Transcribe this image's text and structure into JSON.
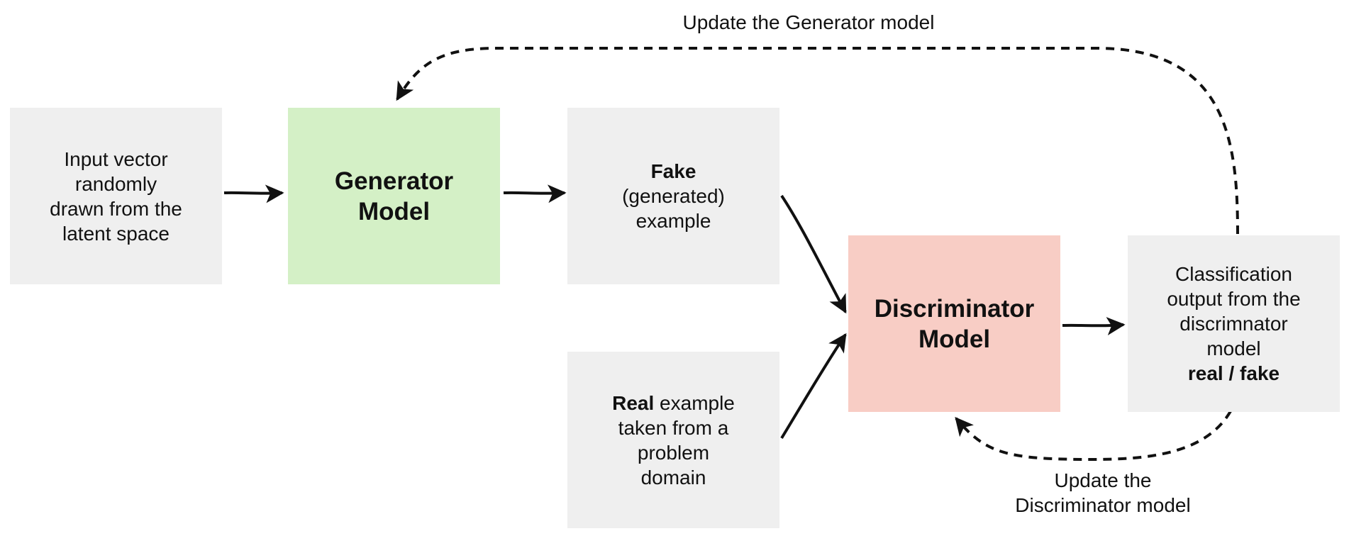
{
  "colors": {
    "neutral_box": "#efefef",
    "generator_box": "#d4f0c6",
    "discriminator_box": "#f8cdc5",
    "arrow": "#111111"
  },
  "boxes": {
    "input": {
      "lines": [
        "Input vector",
        "randomly",
        "drawn from the",
        "latent space"
      ]
    },
    "generator": {
      "lines": [
        "Generator",
        "Model"
      ]
    },
    "fake": {
      "bold": "Fake",
      "lines": [
        "(generated)",
        "example"
      ]
    },
    "real": {
      "bold": "Real",
      "first_rest": " example",
      "lines": [
        "taken from a",
        "problem",
        "domain"
      ]
    },
    "discriminator": {
      "lines": [
        "Discriminator",
        "Model"
      ]
    },
    "classification": {
      "lines": [
        "Classification",
        "output from the",
        "discrimnator",
        "model"
      ],
      "bold": "real / fake"
    }
  },
  "labels": {
    "update_generator": "Update the Generator model",
    "update_discriminator": [
      "Update the",
      "Discriminator model"
    ]
  }
}
